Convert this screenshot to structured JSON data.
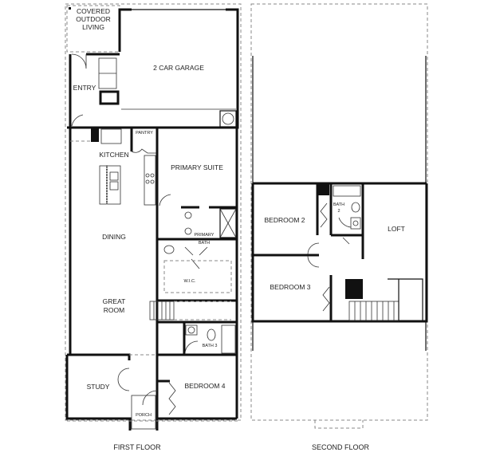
{
  "first_floor": {
    "caption": "FIRST FLOOR",
    "rooms": {
      "covered_outdoor_living": [
        "COVERED",
        "OUTDOOR",
        "LIVING"
      ],
      "garage": "2 CAR GARAGE",
      "entry": "ENTRY",
      "pantry": "PANTRY",
      "kitchen": "KITCHEN",
      "primary_suite": "PRIMARY SUITE",
      "dining": "DINING",
      "primary_bath": [
        "PRIMARY",
        "BATH"
      ],
      "wic": "W.I.C.",
      "great_room": [
        "GREAT",
        "ROOM"
      ],
      "bath3": "BATH 3",
      "study": "STUDY",
      "bedroom4": "BEDROOM 4",
      "porch": "PORCH"
    }
  },
  "second_floor": {
    "caption": "SECOND FLOOR",
    "rooms": {
      "bedroom2": "BEDROOM 2",
      "bath2": [
        "BATH",
        "2"
      ],
      "loft": "LOFT",
      "bedroom3": "BEDROOM 3"
    }
  }
}
